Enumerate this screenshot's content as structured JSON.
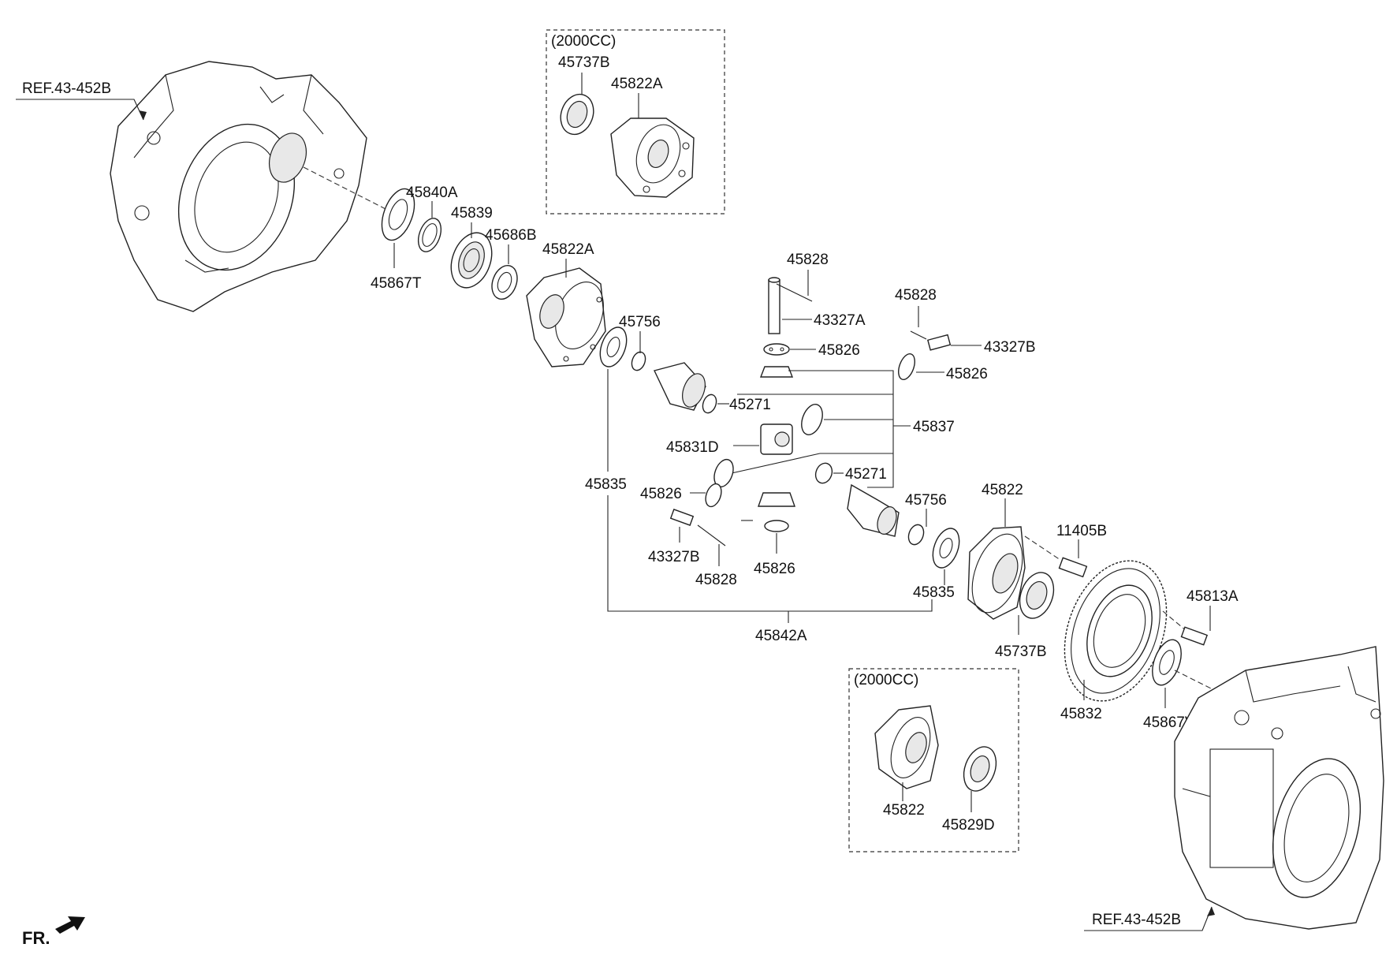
{
  "diagram": {
    "refs": {
      "top_left": "REF.43-452B",
      "bottom_right": "REF.43-452B"
    },
    "variant_boxes": {
      "top_label": "(2000CC)",
      "bottom_label": "(2000CC)"
    },
    "front_indicator": "FR.",
    "parts": {
      "p45737B_top": "45737B",
      "p45822A_top": "45822A",
      "p45840A": "45840A",
      "p45839": "45839",
      "p45686B": "45686B",
      "p45822A_main": "45822A",
      "p45867T": "45867T",
      "p45828_a": "45828",
      "p43327A": "43327A",
      "p45828_b": "45828",
      "p45826_a": "45826",
      "p43327B_a": "43327B",
      "p45756_a": "45756",
      "p45826_b": "45826",
      "p45271_a": "45271",
      "p45837": "45837",
      "p45831D": "45831D",
      "p45835_a": "45835",
      "p45271_b": "45271",
      "p45826_c": "45826",
      "p45756_b": "45756",
      "p45822": "45822",
      "p43327B_b": "43327B",
      "p45828_c": "45828",
      "p45826_d": "45826",
      "p11405B": "11405B",
      "p45835_b": "45835",
      "p45813A": "45813A",
      "p45842A": "45842A",
      "p45737B_main": "45737B",
      "p45832": "45832",
      "p45867V": "45867V",
      "p45822_box": "45822",
      "p45829D": "45829D"
    }
  }
}
